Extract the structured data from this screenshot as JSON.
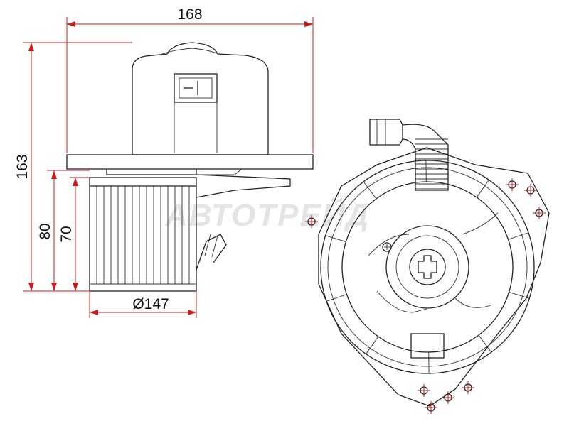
{
  "dimensions": {
    "total_width": "168",
    "total_height": "163",
    "fan_height_outer": "80",
    "fan_height_inner": "70",
    "fan_diameter": "Ø147"
  },
  "watermark": "АВТОТРЕЙД",
  "colors": {
    "dimension_line": "#cc1b1b",
    "drawing_line": "#222222",
    "watermark": "#e4e4e4"
  }
}
